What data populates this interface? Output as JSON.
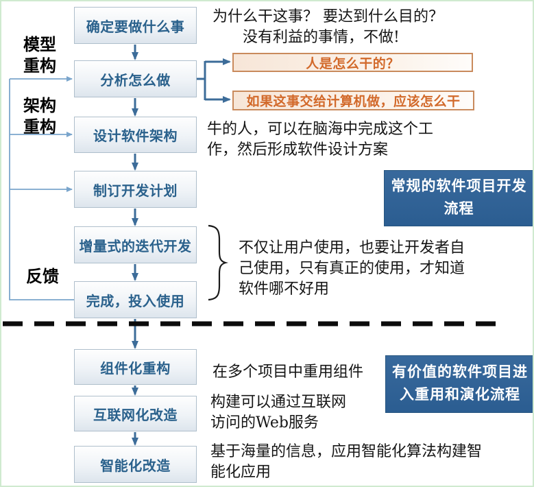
{
  "flow": [
    {
      "label": "确定要做什么事"
    },
    {
      "label": "分析怎么做"
    },
    {
      "label": "设计软件架构"
    },
    {
      "label": "制订开发计划"
    },
    {
      "label": "增量式的迭代开发"
    },
    {
      "label": "完成，投入使用"
    },
    {
      "label": "组件化重构"
    },
    {
      "label": "互联网化改造"
    },
    {
      "label": "智能化改造"
    }
  ],
  "questions": [
    {
      "label": "人是怎么干的？"
    },
    {
      "label": "如果这事交给计算机做，应该怎么干"
    }
  ],
  "callouts": [
    {
      "text": "常规的软件项目开发\n流程"
    },
    {
      "text": "有价值的软件项目进\n入重用和演化流程"
    }
  ],
  "side_labels": {
    "model_refactor": "模型\n重构",
    "arch_refactor": "架构\n重构",
    "feedback": "反馈"
  },
  "annotations": {
    "why": {
      "lines": [
        "为什么干这事？ 要达到什么目的？",
        "没有利益的事情，不做!"
      ]
    },
    "genius": {
      "lines": [
        "牛的人，可以在脑海中完成这个工",
        "作，然后形成软件设计方案"
      ]
    },
    "usage": {
      "lines": [
        "不仅让用户使用，也要让开发者自",
        "己使用，只有真正的使用，才知道",
        "软件哪不好用"
      ]
    },
    "reuse": {
      "lines": [
        "在多个项目中重用组件"
      ]
    },
    "web": {
      "lines": [
        "构建可以通过互联网",
        "访问的Web服务"
      ]
    },
    "ai": {
      "lines": [
        "基于海量的信息，应用智能化算法构建智",
        "能化应用"
      ]
    }
  },
  "colors": {
    "flow_box_text": "#2a618c",
    "arrow": "#3c6c99",
    "feedback_line": "#7aa5cc",
    "question_text": "#d2692a",
    "question_border": "#c98a5c",
    "callout_bg": "#2f6396",
    "separator": "#0c0c0c",
    "page_border": "#cfeacf"
  }
}
